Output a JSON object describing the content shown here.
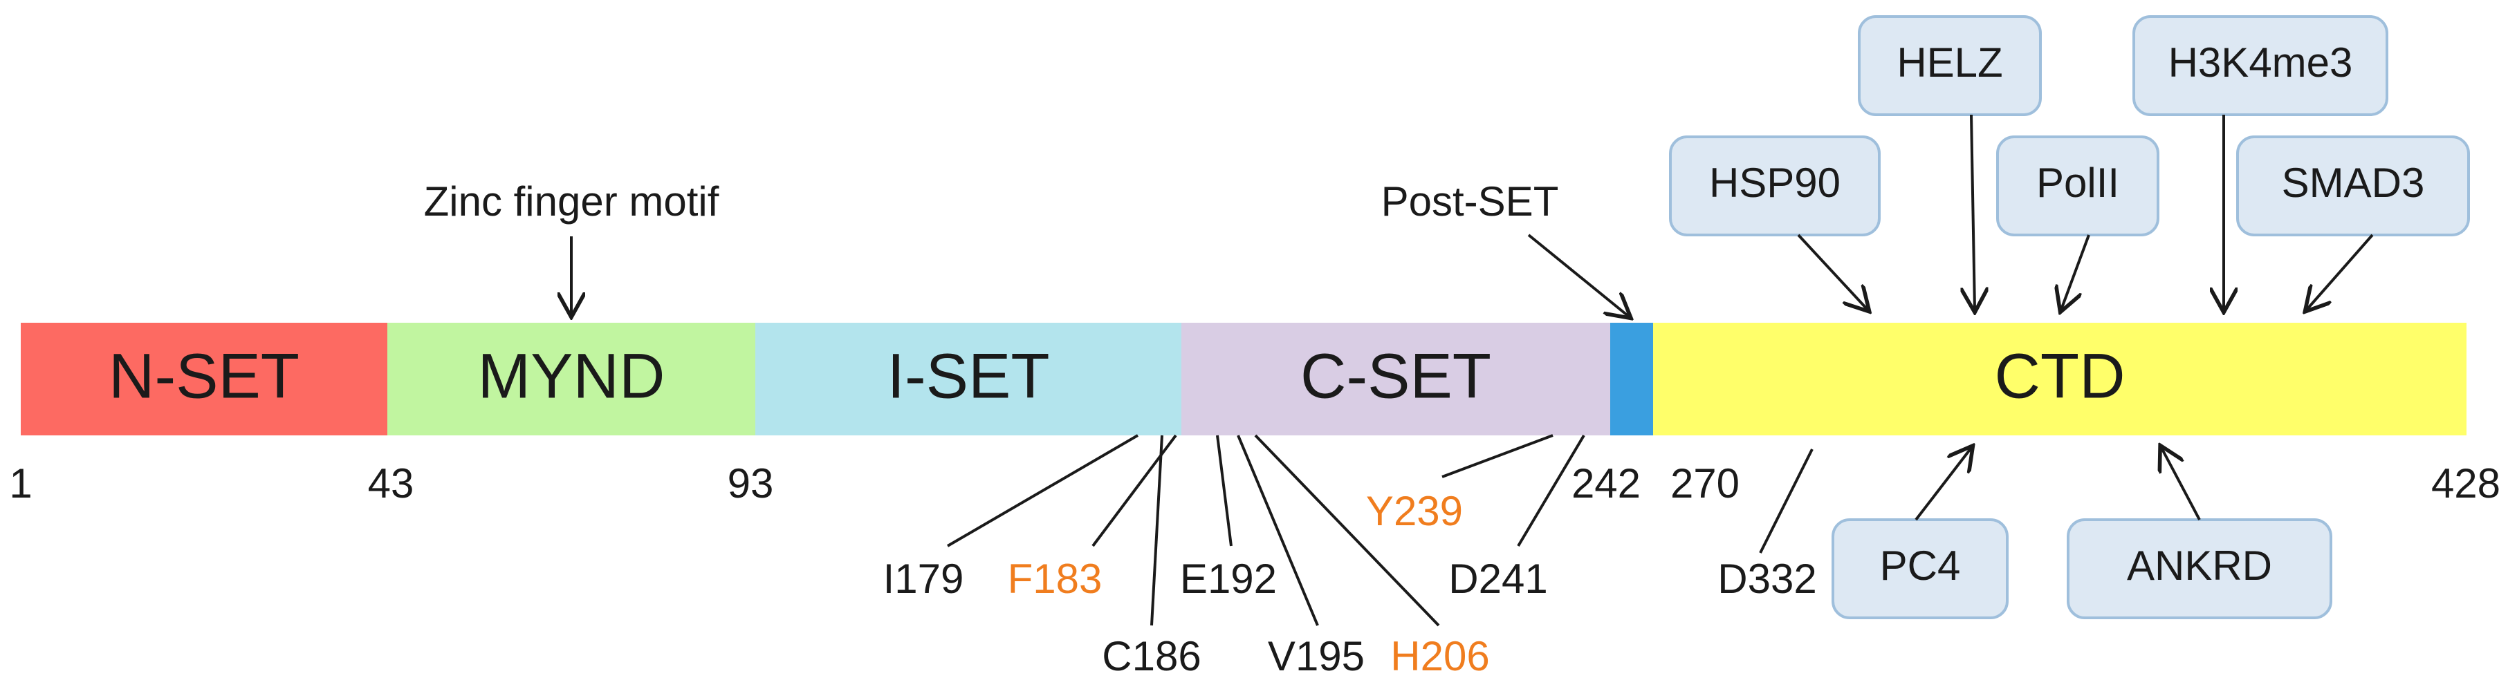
{
  "domains": [
    {
      "id": "nset",
      "label": "N-SET",
      "color": "#fd6a62"
    },
    {
      "id": "mynd",
      "label": "MYND",
      "color": "#c1f5a0"
    },
    {
      "id": "iset",
      "label": "I-SET",
      "color": "#b3e4ed"
    },
    {
      "id": "cset",
      "label": "C-SET",
      "color": "#d9cde4"
    },
    {
      "id": "postset",
      "label": "",
      "color": "#3a9fe0"
    },
    {
      "id": "ctd",
      "label": "CTD",
      "color": "#ffff6a"
    }
  ],
  "positions": [
    "1",
    "43",
    "93",
    "242",
    "270",
    "428"
  ],
  "annotations": {
    "zinc_finger": "Zinc finger motif",
    "post_set": "Post-SET"
  },
  "residues": [
    {
      "label": "I179",
      "highlight": false
    },
    {
      "label": "F183",
      "highlight": true
    },
    {
      "label": "C186",
      "highlight": false
    },
    {
      "label": "E192",
      "highlight": false
    },
    {
      "label": "V195",
      "highlight": false
    },
    {
      "label": "H206",
      "highlight": true
    },
    {
      "label": "Y239",
      "highlight": true
    },
    {
      "label": "D241",
      "highlight": false
    },
    {
      "label": "D332",
      "highlight": false
    }
  ],
  "partners": {
    "top": [
      "HSP90",
      "HELZ",
      "PolII",
      "H3K4me3",
      "SMAD3"
    ],
    "bottom": [
      "PC4",
      "ANKRD"
    ]
  },
  "colors": {
    "highlight_text": "#f07d1e",
    "partner_box_fill": "#dde8f3",
    "partner_box_stroke": "#9fbfdc"
  }
}
